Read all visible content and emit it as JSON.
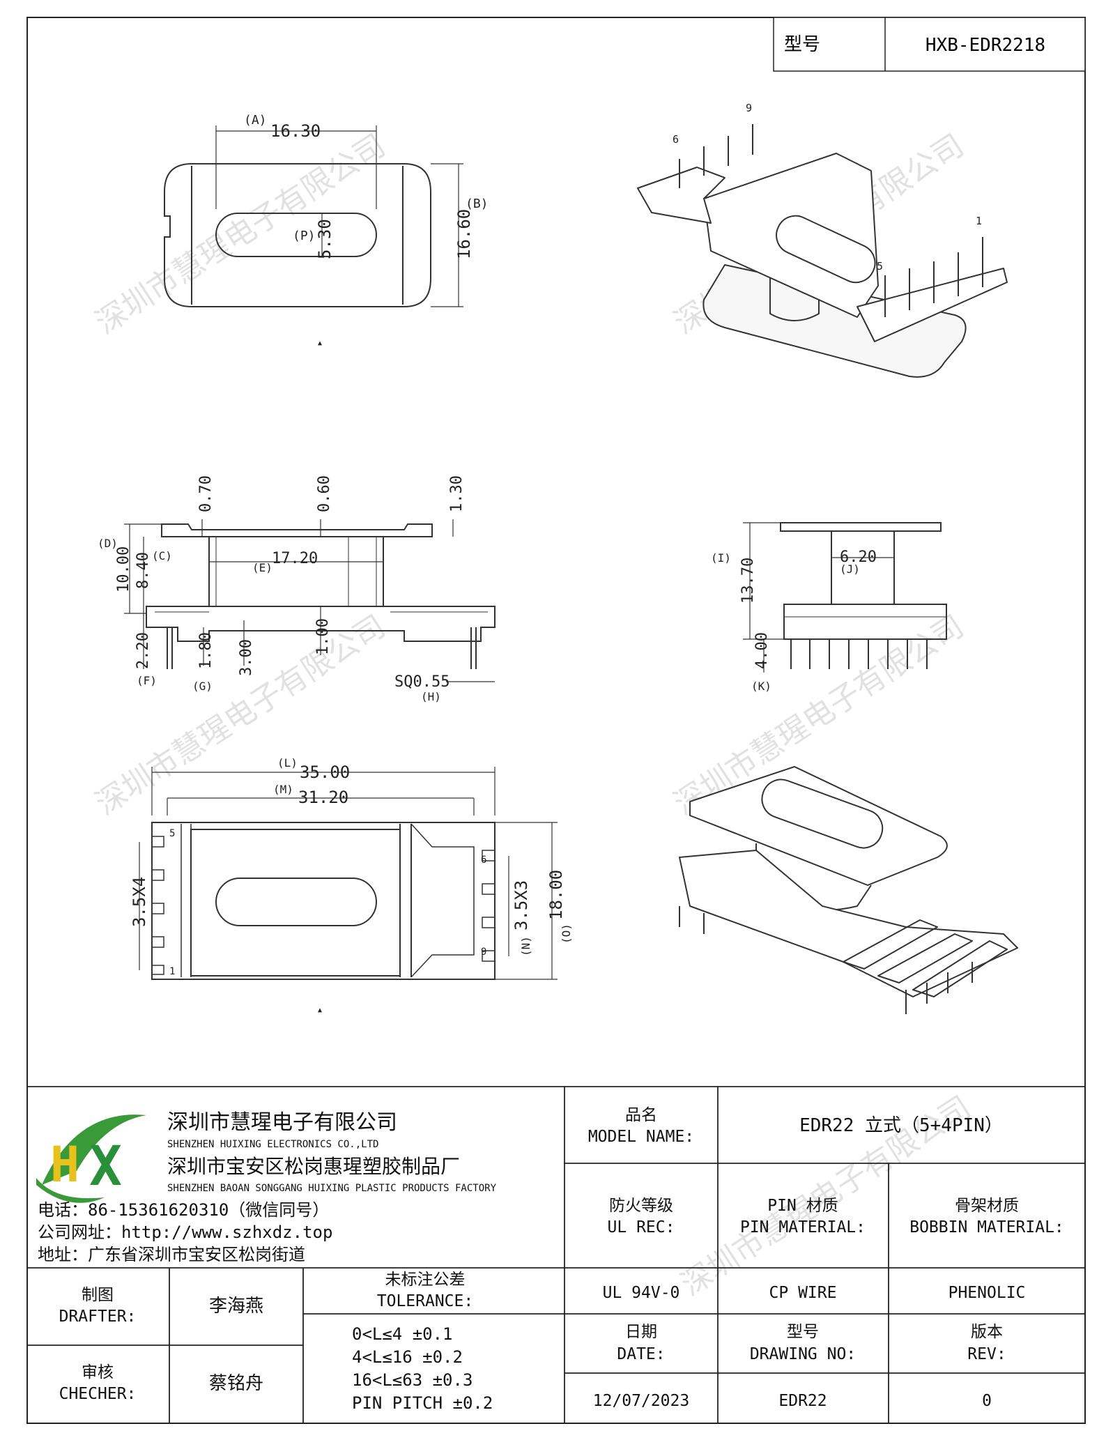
{
  "header": {
    "model_label": "型号",
    "model_value": "HXB-EDR2218"
  },
  "watermark": "深圳市慧瑆电子有限公司",
  "dimensions": {
    "top_view": {
      "A": "(A)",
      "A_val": "16.30",
      "B": "(B)",
      "B_val": "16.60",
      "P": "(P)",
      "P_val": "5.30"
    },
    "front_view": {
      "D": "(D)",
      "D_val": "10.00",
      "C": "(C)",
      "C_val": "8.40",
      "E": "(E)",
      "E_val": "17.20",
      "t1": "0.70",
      "t2": "0.60",
      "t3": "1.30",
      "F": "(F)",
      "F_val": "2.20",
      "G": "(G)",
      "G_val": "1.80",
      "v3": "3.00",
      "v4": "1.00",
      "H": "(H)",
      "H_val": "SQ0.55"
    },
    "side_view": {
      "I": "(I)",
      "I_val": "13.70",
      "J": "(J)",
      "J_val": "6.20",
      "K": "(K)",
      "K_val": "4.00"
    },
    "bottom_view": {
      "L": "(L)",
      "L_val": "35.00",
      "M": "(M)",
      "M_val": "31.20",
      "left_pitch": "3.5X4",
      "N": "(N)",
      "N_val": "3.5X3",
      "O": "(O)",
      "O_val": "18.00"
    },
    "pins_iso": {
      "p1": "1",
      "p5": "5",
      "p6": "6",
      "p9": "9"
    },
    "pins_bottom": {
      "p1": "1",
      "p5": "5",
      "p6": "6",
      "p9": "9"
    }
  },
  "company": {
    "name_cn": "深圳市慧瑆电子有限公司",
    "name_en": "SHENZHEN HUIXING ELECTRONICS CO.,LTD",
    "factory_cn": "深圳市宝安区松岗惠瑆塑胶制品厂",
    "factory_en": "SHENZHEN BAOAN SONGGANG HUIXING PLASTIC PRODUCTS FACTORY",
    "phone": "电话：86-15361620310（微信同号）",
    "website": "公司网址：http://www.szhxdz.top",
    "address": "地址：广东省深圳市宝安区松岗街道",
    "logo_letters": "HX"
  },
  "title_block": {
    "model_name_cn": "品名",
    "model_name_en": "MODEL NAME:",
    "model_name_value": "EDR22 立式（5+4PIN）",
    "fire_cn": "防火等级",
    "fire_en": "UL REC:",
    "pin_mat_cn": "PIN 材质",
    "pin_mat_en": "PIN MATERIAL:",
    "bobbin_cn": "骨架材质",
    "bobbin_en": "BOBBIN MATERIAL:",
    "fire_value": "UL 94V-0",
    "pin_value": "CP WIRE",
    "bobbin_value": "PHENOLIC",
    "drafter_cn": "制图",
    "drafter_en": "DRAFTER:",
    "drafter_name": "李海燕",
    "checker_cn": "审核",
    "checker_en": "CHECHER:",
    "checker_name": "蔡铭舟",
    "tol_cn": "未标注公差",
    "tol_en": "TOLERANCE:",
    "tol_lines": [
      "0<L≤4  ±0.1",
      "4<L≤16 ±0.2",
      "16<L≤63 ±0.3",
      "PIN PITCH ±0.2"
    ],
    "date_cn": "日期",
    "date_en": "DATE:",
    "drawing_cn": "型号",
    "drawing_en": "DRAWING NO:",
    "rev_cn": "版本",
    "rev_en": "REV:",
    "date_value": "12/07/2023",
    "drawing_value": "EDR22",
    "rev_value": "0"
  }
}
